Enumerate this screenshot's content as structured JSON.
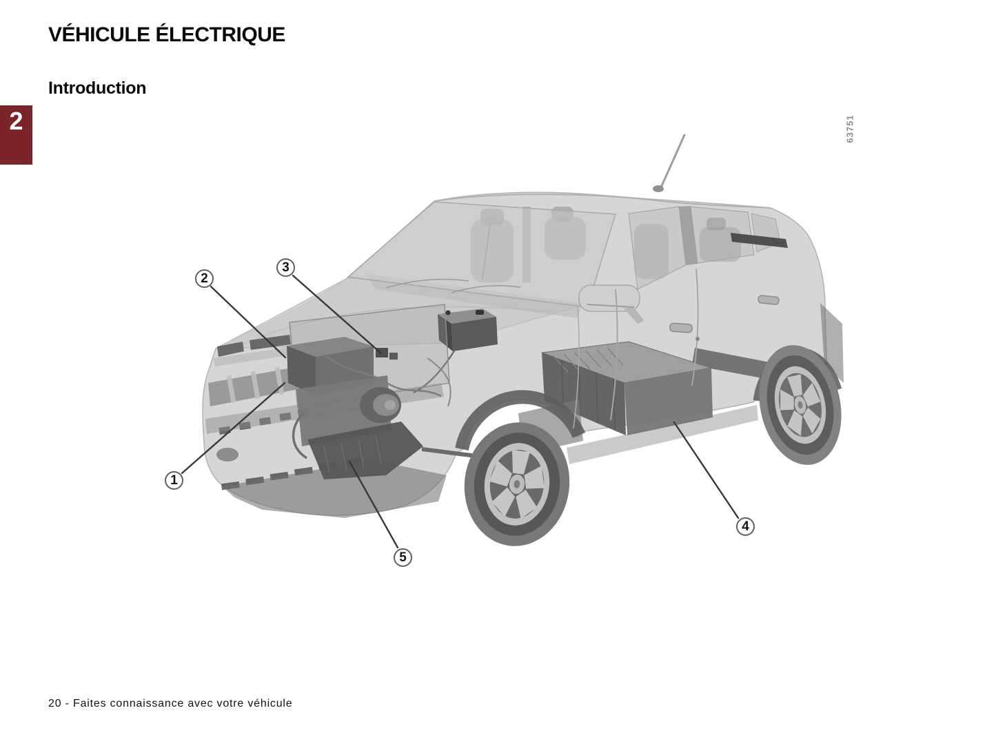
{
  "page": {
    "title": "VÉHICULE ÉLECTRIQUE",
    "subtitle": "Introduction",
    "chapter_number": "2",
    "footer": "20 - Faites connaissance avec votre véhicule"
  },
  "figure": {
    "ref_number": "63751",
    "description": "Vue fantôme du véhicule électrique avec repères numérotés 1 à 5",
    "callouts": [
      {
        "label": "1"
      },
      {
        "label": "2"
      },
      {
        "label": "3"
      },
      {
        "label": "4"
      },
      {
        "label": "5"
      }
    ]
  },
  "colors": {
    "chapter_tab_background": "#7b2529",
    "chapter_tab_text": "#ffffff",
    "leader_line": "#383838",
    "callout_border": "#5f5f5f",
    "figure_ref_text": "#8c8c8c",
    "car_body_grey": "#cdcdcd",
    "battery_dark_grey": "#5f5f5f"
  }
}
